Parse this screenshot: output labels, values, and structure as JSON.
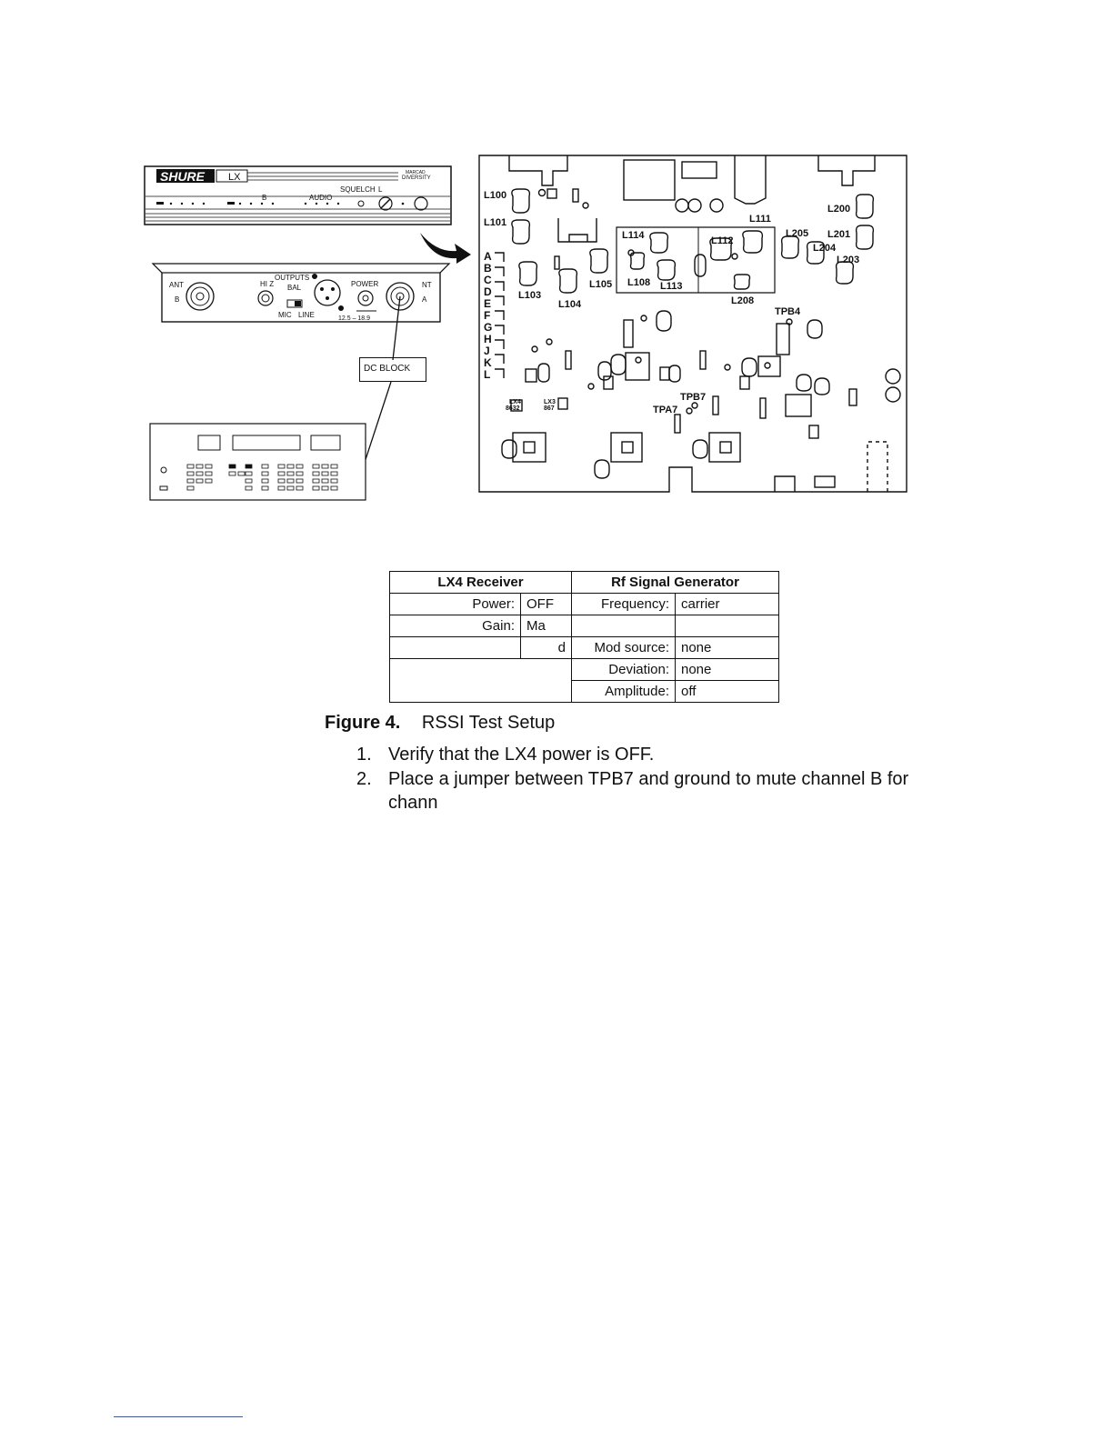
{
  "figure": {
    "front_panel": {
      "brand": "SHURE",
      "model": "LX",
      "diversity": [
        "MARCAD",
        "DIVERSITY"
      ],
      "squelch_label": "SQUELCH",
      "letter_l": "L",
      "letter_b": "B",
      "audio_label": "AUDIO"
    },
    "rear_panel": {
      "ant_label": "ANT",
      "ant_b": "B",
      "hiz_label": "HI Z",
      "outputs_label": "OUTPUTS",
      "bal_label": "BAL",
      "mic_label": "MIC",
      "line_label": "LINE",
      "power_label": "POWER",
      "voltage_label": "12.5 – 18.9",
      "ant_a_label": "NT",
      "ant_a": "A"
    },
    "dc_block_label": "DC BLOCK",
    "board": {
      "row_letters": [
        "A",
        "B",
        "C",
        "D",
        "E",
        "F",
        "G",
        "H",
        "J",
        "K",
        "L"
      ],
      "labels": {
        "L100": "L100",
        "L101": "L101",
        "L103": "L103",
        "L104": "L104",
        "L105": "L105",
        "L108": "L108",
        "L111": "L111",
        "L112": "L112",
        "L113": "L113",
        "L114": "L114",
        "L200": "L200",
        "L201": "L201",
        "L203": "L203",
        "L204": "L204",
        "L205": "L205",
        "L208": "L208",
        "TPB4": "TPB4",
        "TPB7": "TPB7",
        "TPA7": "TPA7"
      },
      "lx4_tag": [
        "LX4",
        "8632"
      ],
      "lx3_tag": [
        "LX3",
        "867"
      ]
    }
  },
  "setup_table": {
    "headers": [
      "LX4 Receiver",
      "Rf Signal Generator"
    ],
    "rows": [
      [
        "Power:",
        "OFF",
        "Frequency:",
        "carrier"
      ],
      [
        "Gain:",
        "Ma",
        "",
        ""
      ],
      [
        "",
        "d",
        "Mod source:",
        "none"
      ],
      [
        "",
        "",
        "Deviation:",
        "none"
      ],
      [
        "",
        "",
        "Amplitude:",
        "off"
      ]
    ]
  },
  "caption": {
    "figure_number": "Figure 4.",
    "title": "RSSI Test Setup"
  },
  "steps": [
    {
      "num": "1.",
      "text": "Verify that the LX4 power is OFF."
    },
    {
      "num": "2.",
      "text": "Place a jumper between TPB7 and ground to mute channel B for chann"
    }
  ]
}
